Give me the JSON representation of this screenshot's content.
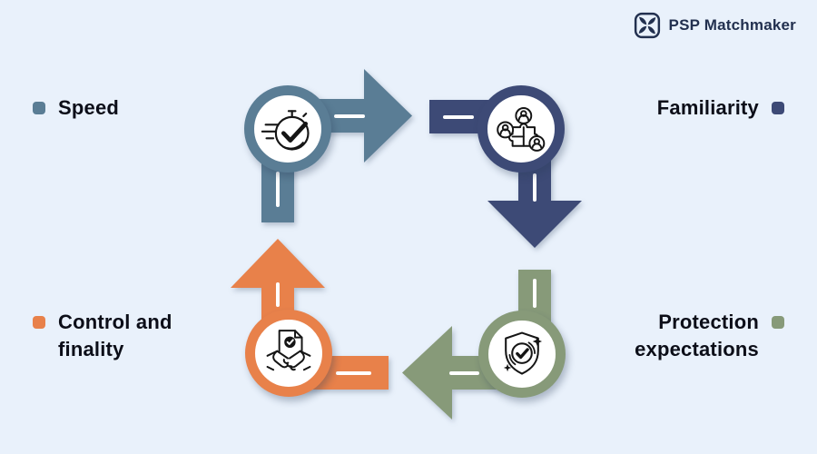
{
  "brand": {
    "name": "PSP Matchmaker",
    "logo_icon": "pinwheel-icon"
  },
  "colors": {
    "background": "#e9f1fb",
    "speed": "#5a7d95",
    "familiarity": "#3d4a76",
    "protection": "#879a79",
    "control": "#e8814a",
    "brand_text": "#22304f",
    "label_text": "#0c0e18",
    "connector_dash": "#ffffff"
  },
  "labels": {
    "speed": {
      "text": "Speed"
    },
    "familiarity": {
      "text": "Familiarity"
    },
    "control": {
      "line1": "Control and",
      "line2": "finality"
    },
    "protection": {
      "line1": "Protection",
      "line2": "expectations"
    }
  },
  "diagram": {
    "type": "cycle",
    "direction": "clockwise",
    "nodes": [
      {
        "id": "speed",
        "label": "Speed",
        "icon": "stopwatch-check-icon",
        "color": "#5a7d95",
        "position": "top-left"
      },
      {
        "id": "familiarity",
        "label": "Familiarity",
        "icon": "people-puzzle-icon",
        "color": "#3d4a76",
        "position": "top-right"
      },
      {
        "id": "protection",
        "label": "Protection expectations",
        "icon": "shield-check-icon",
        "color": "#879a79",
        "position": "bottom-right"
      },
      {
        "id": "control",
        "label": "Control and finality",
        "icon": "handshake-contract-icon",
        "color": "#e8814a",
        "position": "bottom-left"
      }
    ],
    "edges": [
      {
        "from": "speed",
        "to": "familiarity",
        "direction": "right"
      },
      {
        "from": "familiarity",
        "to": "protection",
        "direction": "down"
      },
      {
        "from": "protection",
        "to": "control",
        "direction": "left"
      },
      {
        "from": "control",
        "to": "speed",
        "direction": "up"
      }
    ]
  }
}
